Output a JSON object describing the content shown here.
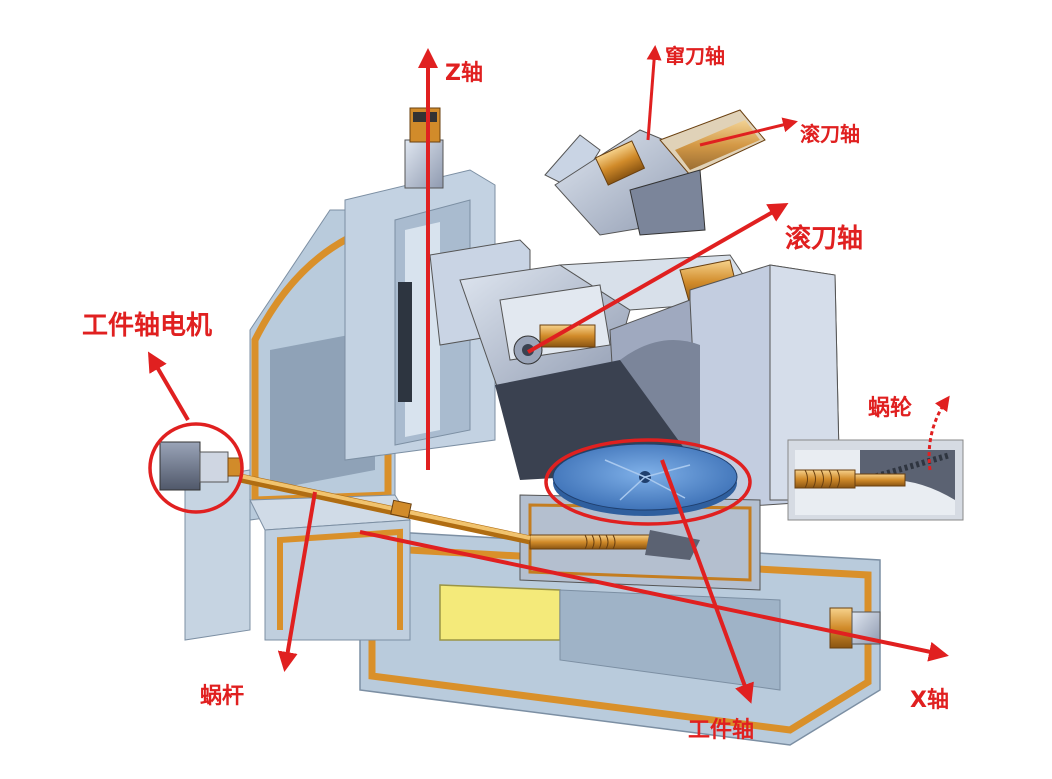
{
  "labels": {
    "z_axis": "Z轴",
    "narrow_tool_axis": "窜刀轴",
    "hob_axis_inset": "滚刀轴",
    "hob_axis": "滚刀轴",
    "workpiece_motor": "工件轴电机",
    "worm_wheel": "蜗轮",
    "worm": "蜗杆",
    "x_axis": "X轴",
    "workpiece_axis": "工件轴"
  },
  "colors": {
    "annotation": "#e02020",
    "frame_outline": "#d9902a",
    "steel_light": "#c9d4e4",
    "steel_mid": "#a9b6cc",
    "steel_dark": "#7d879c",
    "blue_shell": "#b8cde0",
    "table_blue": "#4a7fc0",
    "brass": "#e3a545",
    "yellow_panel": "#f4ea7a"
  }
}
